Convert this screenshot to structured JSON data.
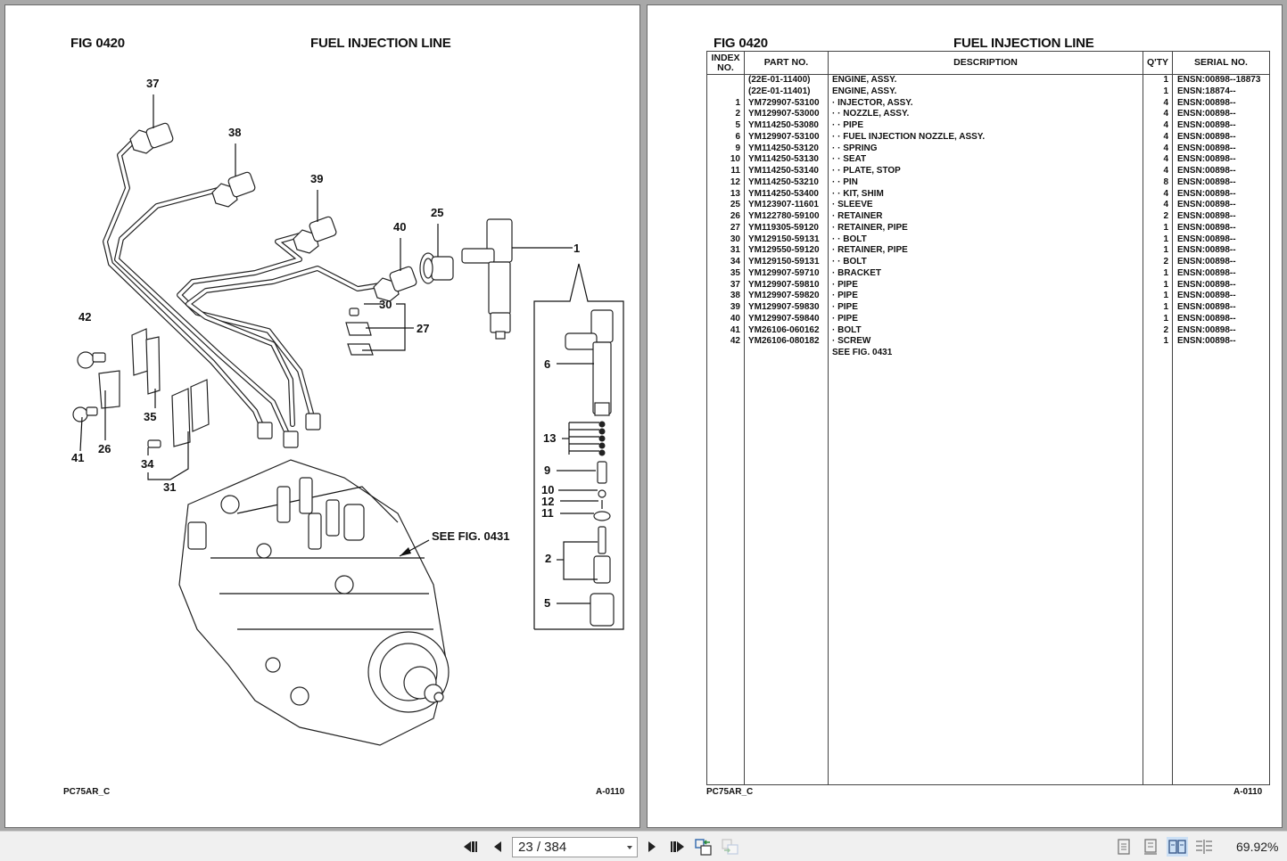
{
  "left_page": {
    "fig_label": "FIG   0420",
    "title": "FUEL INJECTION LINE",
    "footer_left": "PC75AR_C",
    "footer_right": "A-0110",
    "callouts": [
      "37",
      "38",
      "39",
      "40",
      "25",
      "1",
      "30",
      "27",
      "42",
      "35",
      "26",
      "41",
      "34",
      "31",
      "6",
      "13",
      "9",
      "10",
      "12",
      "11",
      "2",
      "5"
    ],
    "see_fig_note": "SEE FIG. 0431"
  },
  "right_page": {
    "fig_label": "FIG   0420",
    "title": "FUEL INJECTION LINE",
    "footer_left": "PC75AR_C",
    "footer_right": "A-0110",
    "table": {
      "headers": {
        "index": "INDEX NO.",
        "part_no": "PART NO.",
        "description": "DESCRIPTION",
        "qty": "Q'TY",
        "serial": "SERIAL NO."
      },
      "rows": [
        {
          "index": "",
          "part_no": "(22E-01-11400)",
          "description": "ENGINE, ASSY.",
          "qty": "1",
          "serial": "ENSN:00898--18873"
        },
        {
          "index": "",
          "part_no": "(22E-01-11401)",
          "description": "ENGINE, ASSY.",
          "qty": "1",
          "serial": "ENSN:18874--"
        },
        {
          "index": "1",
          "part_no": "YM729907-53100",
          "description": "·  INJECTOR, ASSY.",
          "qty": "4",
          "serial": "ENSN:00898--"
        },
        {
          "index": "2",
          "part_no": "YM129907-53000",
          "description": "·  ·  NOZZLE, ASSY.",
          "qty": "4",
          "serial": "ENSN:00898--"
        },
        {
          "index": "5",
          "part_no": "YM114250-53080",
          "description": "·  ·  PIPE",
          "qty": "4",
          "serial": "ENSN:00898--"
        },
        {
          "index": "6",
          "part_no": "YM129907-53100",
          "description": "·  ·  FUEL INJECTION NOZZLE, ASSY.",
          "qty": "4",
          "serial": "ENSN:00898--"
        },
        {
          "index": "9",
          "part_no": "YM114250-53120",
          "description": "·  ·  SPRING",
          "qty": "4",
          "serial": "ENSN:00898--"
        },
        {
          "index": "10",
          "part_no": "YM114250-53130",
          "description": "·  ·  SEAT",
          "qty": "4",
          "serial": "ENSN:00898--"
        },
        {
          "index": "11",
          "part_no": "YM114250-53140",
          "description": "·  ·  PLATE, STOP",
          "qty": "4",
          "serial": "ENSN:00898--"
        },
        {
          "index": "12",
          "part_no": "YM114250-53210",
          "description": "·  ·  PIN",
          "qty": "8",
          "serial": "ENSN:00898--"
        },
        {
          "index": "13",
          "part_no": "YM114250-53400",
          "description": "·  ·  KIT, SHIM",
          "qty": "4",
          "serial": "ENSN:00898--"
        },
        {
          "index": "25",
          "part_no": "YM123907-11601",
          "description": "·  SLEEVE",
          "qty": "4",
          "serial": "ENSN:00898--"
        },
        {
          "index": "26",
          "part_no": "YM122780-59100",
          "description": "·  RETAINER",
          "qty": "2",
          "serial": "ENSN:00898--"
        },
        {
          "index": "27",
          "part_no": "YM119305-59120",
          "description": "·  RETAINER, PIPE",
          "qty": "1",
          "serial": "ENSN:00898--"
        },
        {
          "index": "30",
          "part_no": "YM129150-59131",
          "description": "·  ·  BOLT",
          "qty": "1",
          "serial": "ENSN:00898--"
        },
        {
          "index": "31",
          "part_no": "YM129550-59120",
          "description": "·  RETAINER, PIPE",
          "qty": "1",
          "serial": "ENSN:00898--"
        },
        {
          "index": "34",
          "part_no": "YM129150-59131",
          "description": "·  ·  BOLT",
          "qty": "2",
          "serial": "ENSN:00898--"
        },
        {
          "index": "35",
          "part_no": "YM129907-59710",
          "description": "·  BRACKET",
          "qty": "1",
          "serial": "ENSN:00898--"
        },
        {
          "index": "37",
          "part_no": "YM129907-59810",
          "description": "·  PIPE",
          "qty": "1",
          "serial": "ENSN:00898--"
        },
        {
          "index": "38",
          "part_no": "YM129907-59820",
          "description": "·  PIPE",
          "qty": "1",
          "serial": "ENSN:00898--"
        },
        {
          "index": "39",
          "part_no": "YM129907-59830",
          "description": "·  PIPE",
          "qty": "1",
          "serial": "ENSN:00898--"
        },
        {
          "index": "40",
          "part_no": "YM129907-59840",
          "description": "·  PIPE",
          "qty": "1",
          "serial": "ENSN:00898--"
        },
        {
          "index": "41",
          "part_no": "YM26106-060162",
          "description": "·  BOLT",
          "qty": "2",
          "serial": "ENSN:00898--"
        },
        {
          "index": "42",
          "part_no": "YM26106-080182",
          "description": "·  SCREW",
          "qty": "1",
          "serial": "ENSN:00898--"
        },
        {
          "index": "",
          "part_no": "",
          "description": "SEE FIG. 0431",
          "qty": "",
          "serial": ""
        }
      ]
    }
  },
  "toolbar": {
    "first_page_icon": "first-page-icon",
    "prev_page_icon": "prev-page-icon",
    "page_value": "23 / 384",
    "next_page_icon": "next-page-icon",
    "last_page_icon": "last-page-icon",
    "back_view_icon": "previous-view-icon",
    "forward_view_icon": "next-view-icon",
    "view_modes": [
      "single-page",
      "continuous",
      "facing",
      "continuous-facing"
    ],
    "active_view_mode": "facing",
    "zoom": "69.92%"
  }
}
